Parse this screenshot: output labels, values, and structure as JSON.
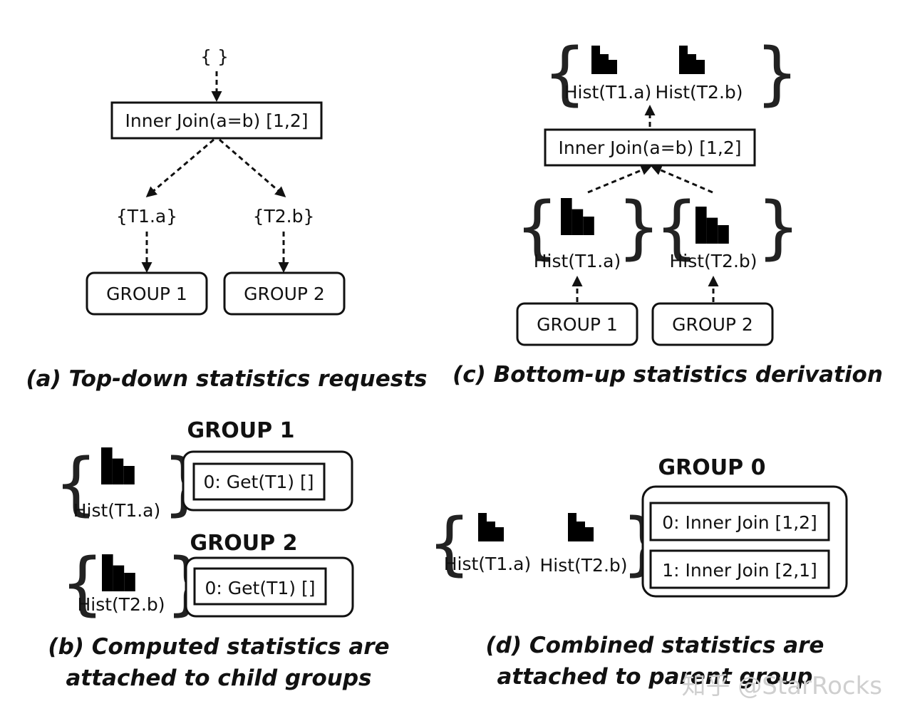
{
  "panels": {
    "a": {
      "caption": "(a) Top-down statistics requests",
      "request_root": "{ }",
      "join_label": "Inner Join(a=b) [1,2]",
      "request_left": "{T1.a}",
      "request_right": "{T2.b}",
      "group_left": "GROUP 1",
      "group_right": "GROUP 2"
    },
    "c": {
      "caption": "(c) Bottom-up statistics derivation",
      "top_hist_left": "Hist(T1.a)",
      "top_hist_right": "Hist(T2.b)",
      "join_label": "Inner Join(a=b) [1,2]",
      "hist_left": "Hist(T1.a)",
      "hist_right": "Hist(T2.b)",
      "group_left": "GROUP 1",
      "group_right": "GROUP 2"
    },
    "b": {
      "caption_line1": "(b) Computed statistics are",
      "caption_line2": "attached to child groups",
      "group1_title": "GROUP 1",
      "group1_hist": "Hist(T1.a)",
      "group1_expr": "0: Get(T1) []",
      "group2_title": "GROUP 2",
      "group2_hist": "Hist(T2.b)",
      "group2_expr": "0: Get(T1) []"
    },
    "d": {
      "caption_line1": "(d) Combined statistics are",
      "caption_line2": "attached to parent group",
      "group_title": "GROUP 0",
      "hist_left": "Hist(T1.a)",
      "hist_right": "Hist(T2.b)",
      "expr_0": "0: Inner Join [1,2]",
      "expr_1": "1: Inner Join [2,1]"
    }
  },
  "watermark": "知乎 @StarRocks",
  "icons": [
    "histogram-icon",
    "left-brace-icon",
    "right-brace-icon",
    "dashed-arrow-icon"
  ]
}
